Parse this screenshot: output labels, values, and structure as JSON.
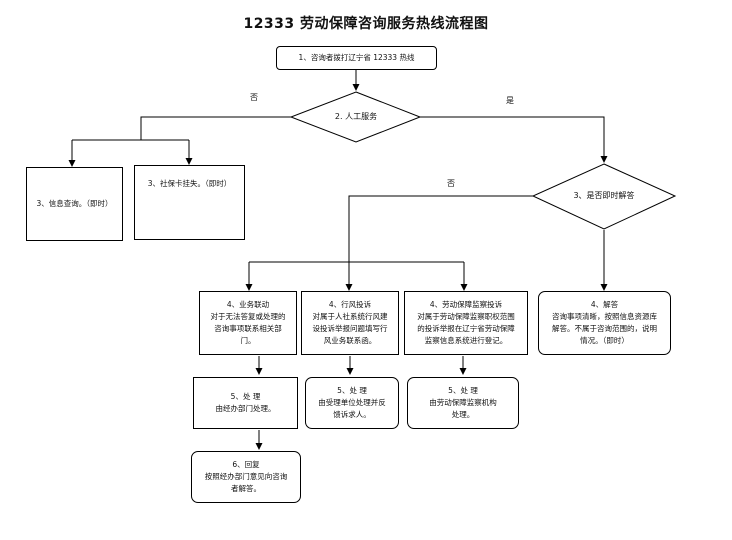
{
  "title": "12333 劳动保障咨询服务热线流程图",
  "nodes": {
    "start": "1、咨询者拨打辽宁省 12333 热线",
    "manual_service": "2. 人工服务",
    "instant_answer": "3、是否即时解答",
    "info_query": "3、信息查询。（即时）",
    "social_card_loss": "3、社保卡挂失。（即时）",
    "business_link": [
      "4、业务联动",
      "对于无法答复或处理的",
      "咨询事项联系相关部",
      "门。"
    ],
    "style_complaint": [
      "4、行风投诉",
      "对属于人社系统行风建",
      "设投诉举报问题填写行",
      "风业务联系函。"
    ],
    "labor_complaint": [
      "4、劳动保障监察投诉",
      "对属于劳动保障监察职权范围",
      "的投诉举报在辽宁省劳动保障",
      "监察信息系统进行登记。"
    ],
    "answer": [
      "4、解答",
      "咨询事项清晰，按照信息资源库",
      "解答。不属于咨询范围的，说明",
      "情况。（即时）"
    ],
    "handle_dept": [
      "5、处    理",
      "由经办部门处理。"
    ],
    "handle_unit": [
      "5、处    理",
      "由受理单位处理并反",
      "馈诉求人。"
    ],
    "handle_supervision": [
      "5、处    理",
      "由劳动保障监察机构",
      "处理。"
    ],
    "reply": [
      "6、回复",
      "按照经办部门意见向咨询",
      "者解答。"
    ]
  },
  "edge_labels": {
    "no_left": "否",
    "yes_right": "是",
    "no_instant": "否"
  }
}
